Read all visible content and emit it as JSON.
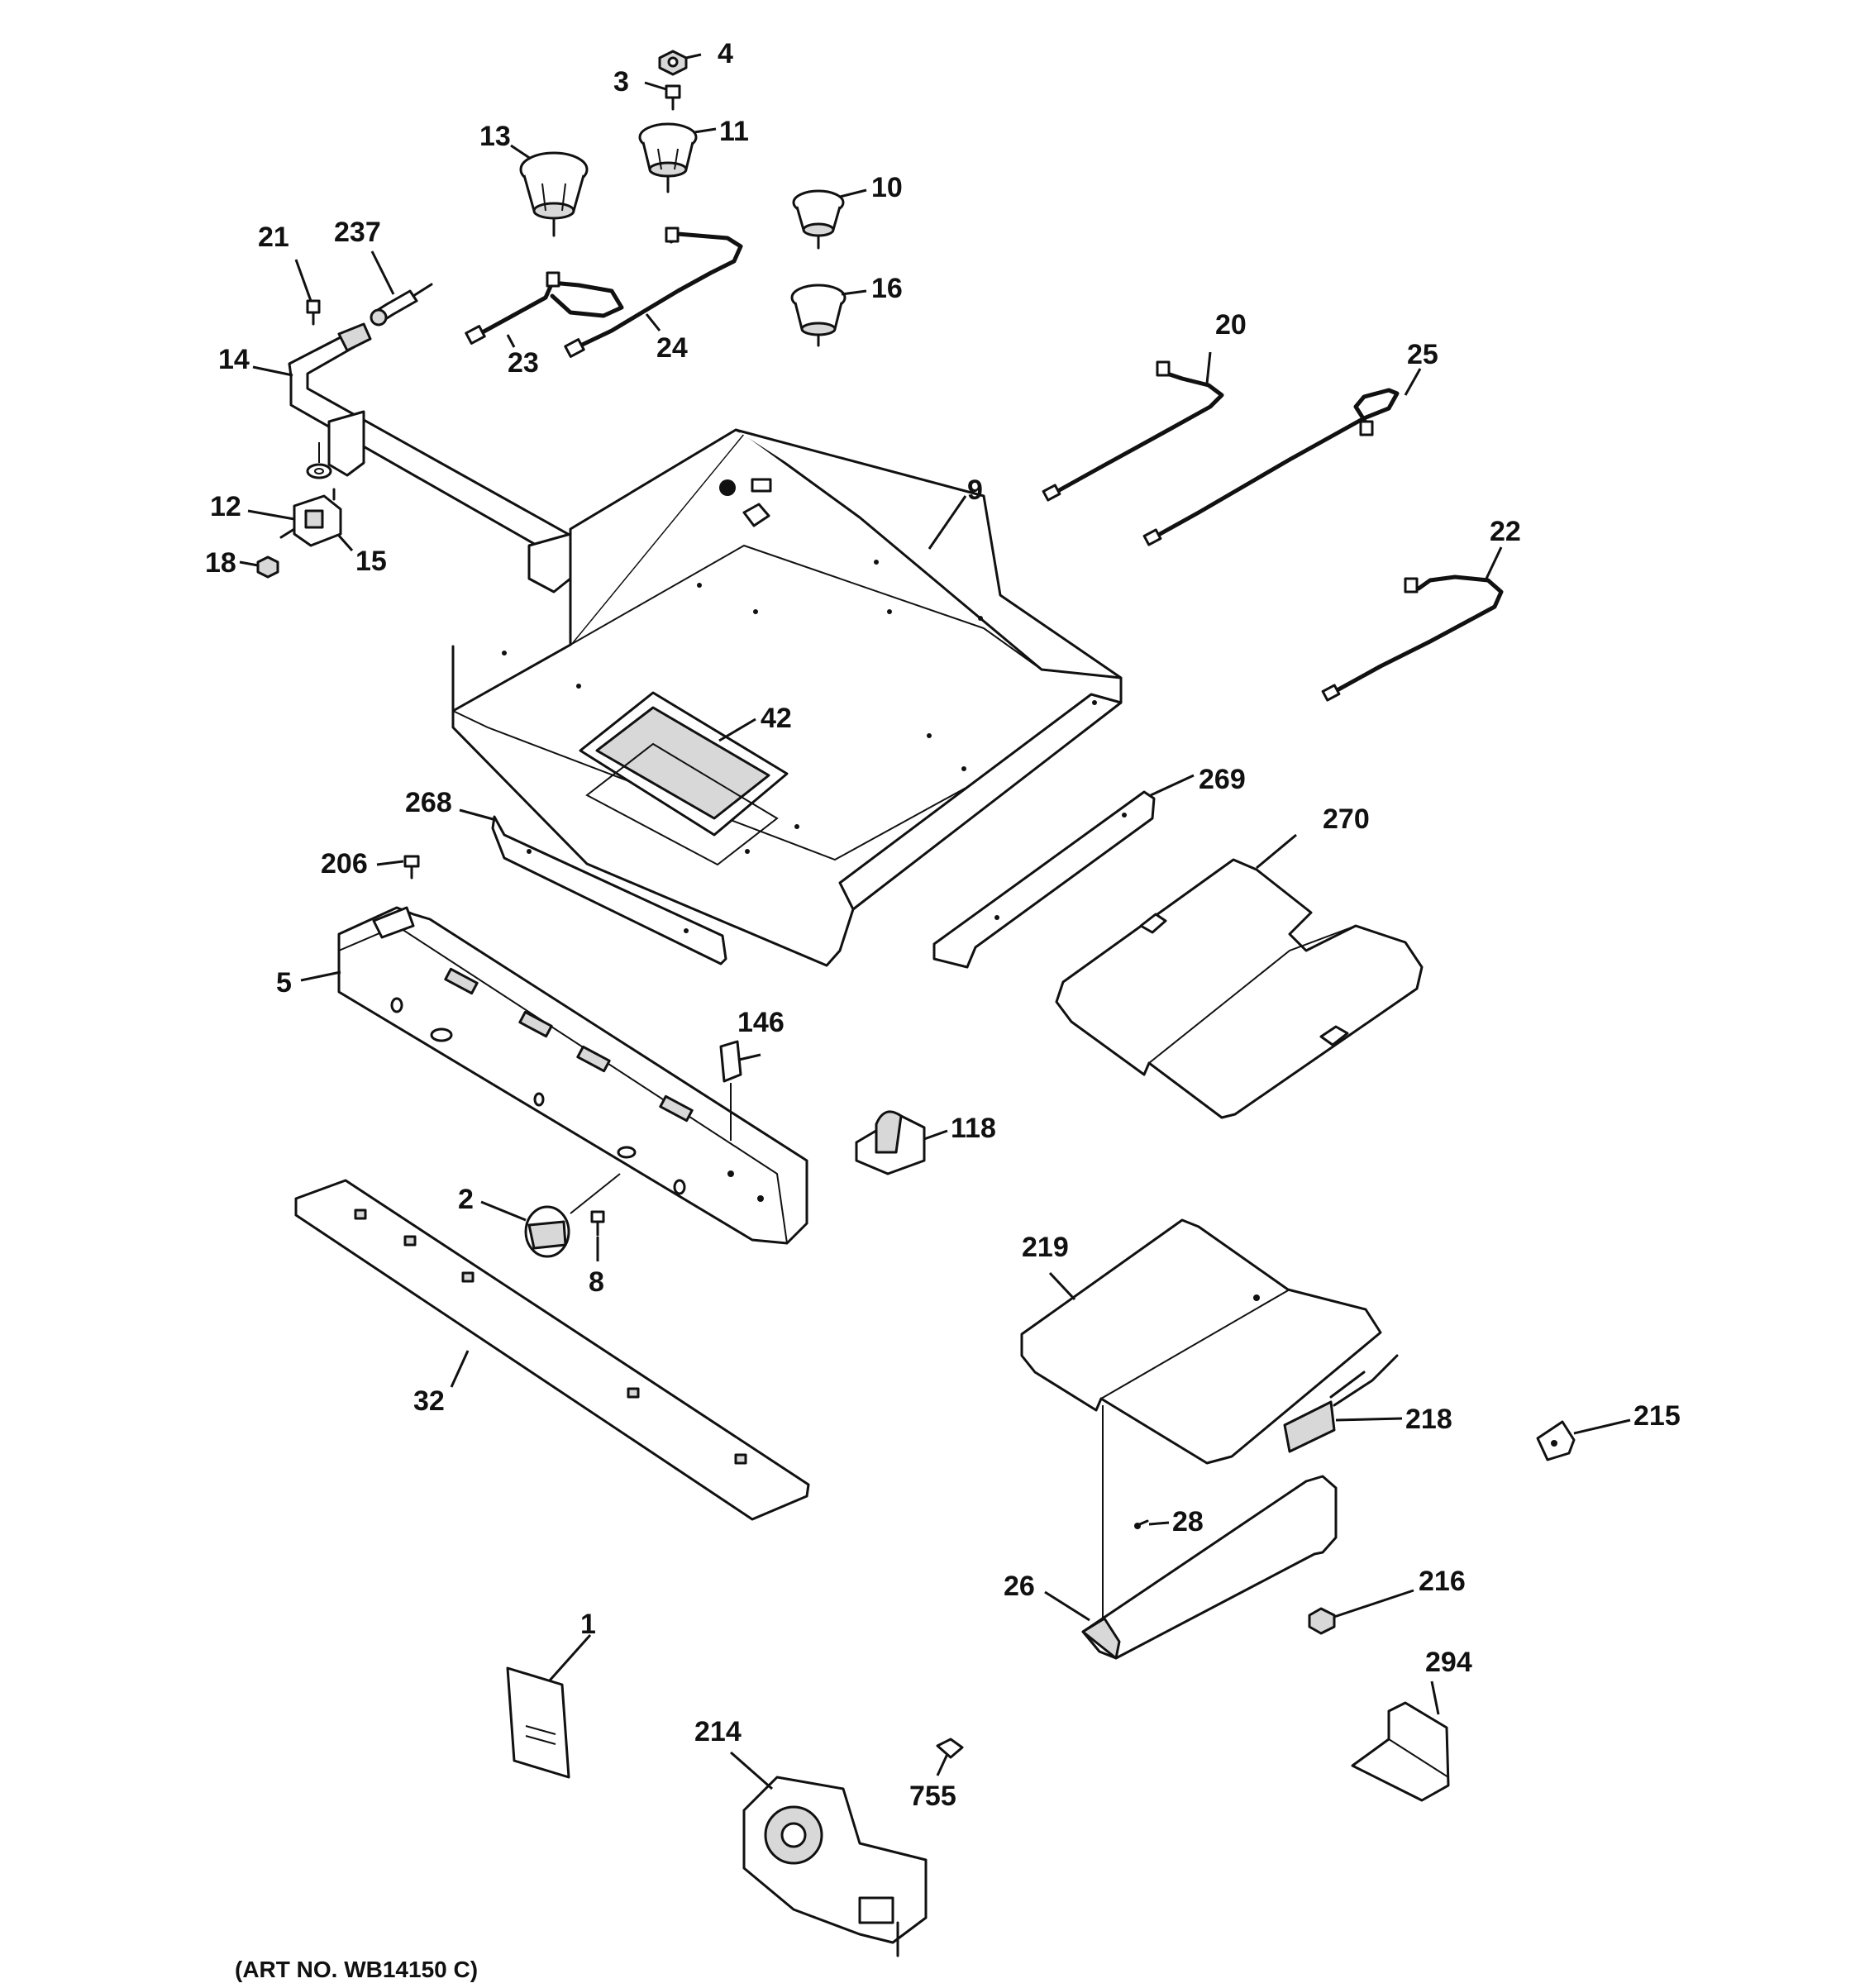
{
  "art_number": "(ART NO. WB14150 C)",
  "callouts": {
    "c1": "1",
    "c2": "2",
    "c3": "3",
    "c4": "4",
    "c5": "5",
    "c8": "8",
    "c9": "9",
    "c10": "10",
    "c11": "11",
    "c12": "12",
    "c13": "13",
    "c14": "14",
    "c15": "15",
    "c16": "16",
    "c18": "18",
    "c20": "20",
    "c21": "21",
    "c22": "22",
    "c23": "23",
    "c24": "24",
    "c25": "25",
    "c26": "26",
    "c28": "28",
    "c32": "32",
    "c42": "42",
    "c118": "118",
    "c146": "146",
    "c206": "206",
    "c214": "214",
    "c215": "215",
    "c216": "216",
    "c218": "218",
    "c219": "219",
    "c237": "237",
    "c268": "268",
    "c269": "269",
    "c270": "270",
    "c294": "294",
    "c755": "755"
  }
}
